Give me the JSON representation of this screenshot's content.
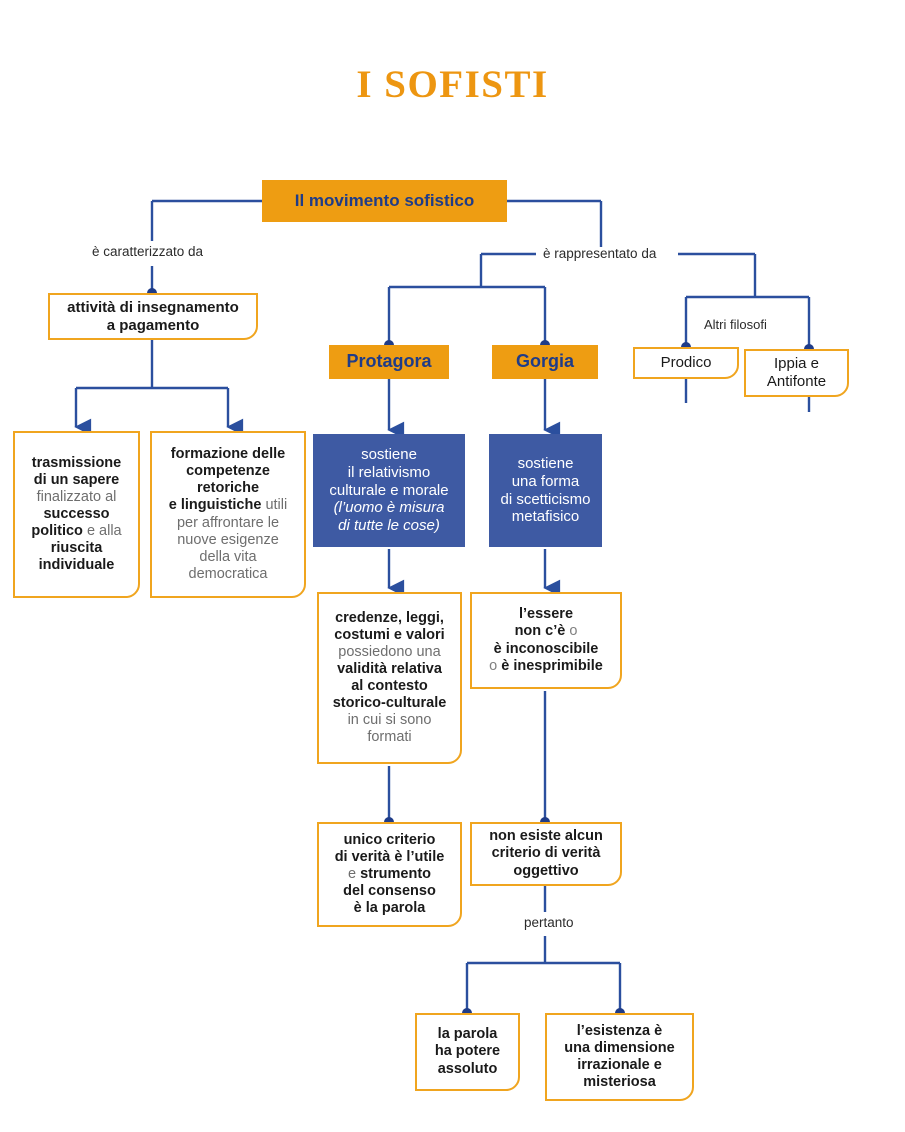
{
  "page": {
    "title": "I SOFISTI",
    "colors": {
      "orange_fill": "#EE9D12",
      "orange_border": "#F0A51F",
      "blue_fill": "#3E5AA3",
      "blue_line": "#2B4F9E",
      "title_orange": "#ED9611",
      "chip_text_blue": "#1F3C88",
      "gray_text": "#6e6e6e"
    }
  },
  "root": {
    "label": "Il movimento sofistico"
  },
  "connector_labels": {
    "caratterizzato": "è caratterizzato da",
    "rappresentato": "è rappresentato da",
    "altri_filosofi": "Altri filosofi",
    "pertanto": "pertanto"
  },
  "left_branch": {
    "insegnamento": {
      "line1": "attività di insegnamento",
      "line2": "a pagamento"
    },
    "trasmissione": {
      "l1_b": "trasmissione",
      "l2_b": "di un sapere",
      "l3_g": "finalizzato al",
      "l4_b": "successo",
      "l5_b": "politico",
      "l5_g": " e alla",
      "l6_b": "riuscita",
      "l7_b": "individuale"
    },
    "formazione": {
      "l1_b": "formazione delle",
      "l2_b": "competenze",
      "l3_b": "retoriche",
      "l4_b": "e linguistiche",
      "l4_g": " utili",
      "l5_g": "per affrontare le",
      "l6_g": "nuove esigenze",
      "l7_g": "della vita",
      "l8_g": "democratica"
    }
  },
  "protagora": {
    "name": "Protagora",
    "thesis": {
      "l1": "sostiene",
      "l2": "il relativismo",
      "l3": "culturale e morale",
      "l4_it": "(l’uomo è misura",
      "l5_it": "di tutte le cose)"
    },
    "consequence": {
      "l1_b": "credenze, leggi,",
      "l2_b": "costumi e valori",
      "l3_g": "possiedono una",
      "l4_b": "validità relativa",
      "l5_b": "al contesto",
      "l6_b": "storico-culturale",
      "l7_g": "in cui si sono",
      "l8_g": "formati"
    },
    "outcome": {
      "l1_b": "unico criterio",
      "l2_b": "di verità è l’utile",
      "l3_g": "e",
      "l3_b": " strumento",
      "l4_b": "del consenso",
      "l5_b": "è la parola"
    }
  },
  "gorgia": {
    "name": "Gorgia",
    "thesis": {
      "l1": "sostiene",
      "l2": "una forma",
      "l3": "di scetticismo",
      "l4": "metafisico"
    },
    "consequence": {
      "l1_b": "l’essere",
      "l2_b": "non c’è",
      "l2_g": " o",
      "l3_b": "è inconoscibile",
      "l4_g": "o ",
      "l4_b": "è inesprimibile"
    },
    "outcome": {
      "l1": "non esiste alcun",
      "l2": "criterio di verità",
      "l3": "oggettivo"
    }
  },
  "bottom": {
    "parola": {
      "l1": "la parola",
      "l2": "ha potere",
      "l3": "assoluto"
    },
    "esistenza": {
      "l1": "l’esistenza è",
      "l2": "una dimensione",
      "l3": "irrazionale e",
      "l4": "misteriosa"
    }
  },
  "altri_filosofi": {
    "prodico": {
      "label": "Prodico"
    },
    "ippia": {
      "l1": "Ippia e",
      "l2": "Antifonte"
    }
  }
}
